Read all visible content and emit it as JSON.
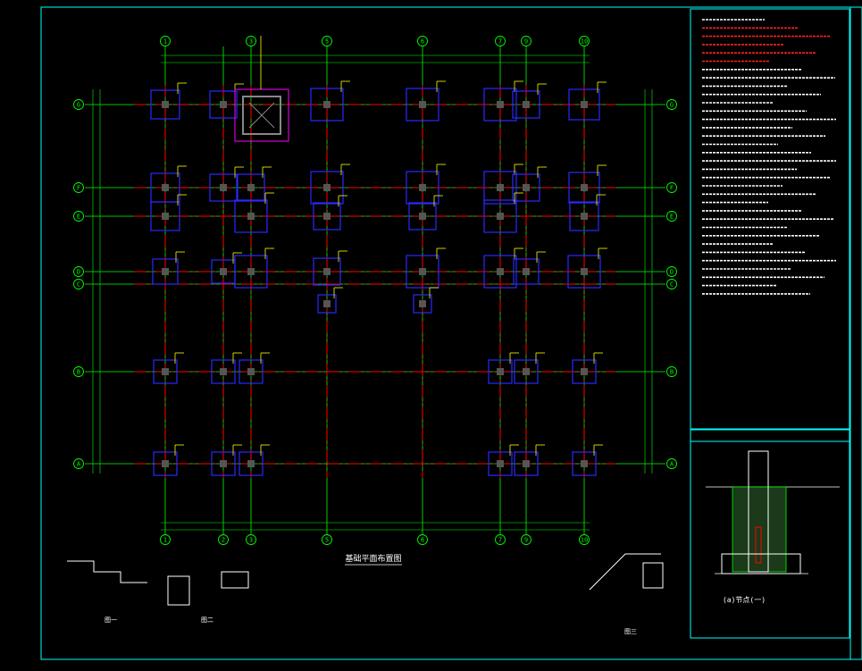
{
  "drawing": {
    "title": "基础平面布置图",
    "detail_title": "(a)节点(一)",
    "sketches": [
      "图一",
      "图二",
      "图三"
    ]
  },
  "grid": {
    "x_labels": [
      "1",
      "3",
      "5",
      "6",
      "7",
      "9",
      "10"
    ],
    "x_labels_bottom": [
      "1",
      "2",
      "3",
      "5",
      "6",
      "7",
      "9",
      "10"
    ],
    "y_labels": [
      "G",
      "F",
      "E",
      "D",
      "C",
      "B",
      "A"
    ]
  },
  "colors": {
    "background": "#000000",
    "frame": "#00ffff",
    "grid_line": "#00ff00",
    "axis_line": "#ff0000",
    "footing": "#2a2aff",
    "column": "#ff00ff",
    "annotation": "#ffff00",
    "text": "#ffffff",
    "notes_red": "#ff2020"
  }
}
